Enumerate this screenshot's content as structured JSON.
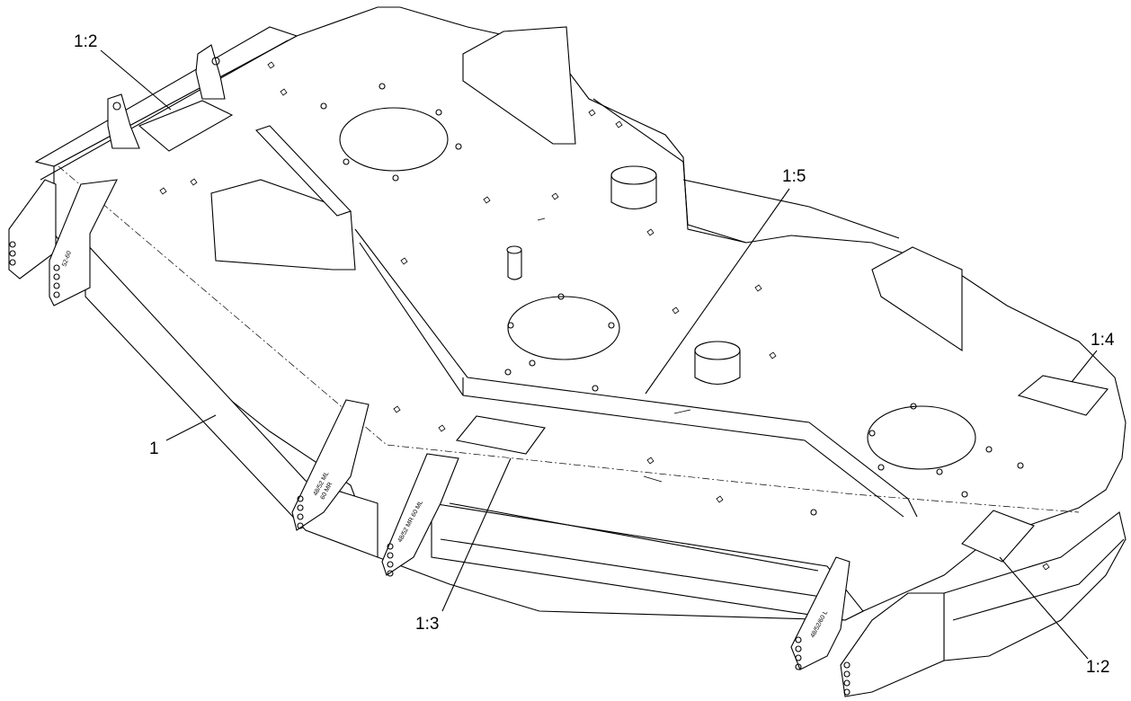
{
  "callouts": [
    {
      "id": "c1",
      "label": "1"
    },
    {
      "id": "c2a",
      "label": "1:2"
    },
    {
      "id": "c2b",
      "label": "1:2"
    },
    {
      "id": "c3",
      "label": "1:3"
    },
    {
      "id": "c4",
      "label": "1:4"
    },
    {
      "id": "c5",
      "label": "1:5"
    }
  ],
  "bracket_markings": {
    "left_rear": "52-60",
    "front_left": "48/52 ML\n60 MR",
    "front_mid": "48/52 MR 60 ML",
    "front_right": "48/52/60 L"
  }
}
